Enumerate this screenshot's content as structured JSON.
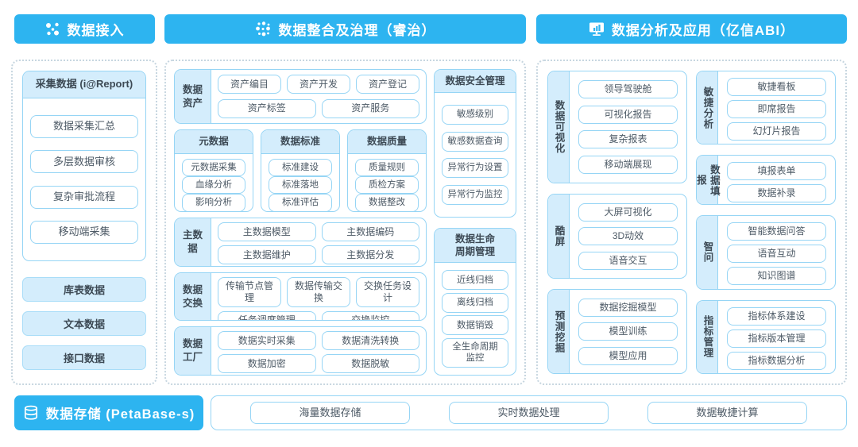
{
  "colors": {
    "accent": "#2db4f0",
    "light_fill": "#d4edfc",
    "box_border": "#96d5f5"
  },
  "headers": {
    "ingest": "数据接入",
    "governance": "数据整合及治理（睿治）",
    "analysis": "数据分析及应用（亿信ABI）"
  },
  "ingest": {
    "collect_title": "采集数据 (i@Report)",
    "collect_items": [
      "数据采集汇总",
      "多层数据审核",
      "复杂审批流程",
      "移动端采集"
    ],
    "source_items": [
      "库表数据",
      "文本数据",
      "接口数据"
    ]
  },
  "governance": {
    "asset": {
      "label": "数据资产",
      "r1": [
        "资产编目",
        "资产开发",
        "资产登记"
      ],
      "r2": [
        "资产标签",
        "资产服务"
      ]
    },
    "meta": {
      "title": "元数据",
      "items": [
        "元数据采集",
        "血缘分析",
        "影响分析"
      ]
    },
    "standard": {
      "title": "数据标准",
      "items": [
        "标准建设",
        "标准落地",
        "标准评估"
      ]
    },
    "quality": {
      "title": "数据质量",
      "items": [
        "质量规则",
        "质检方案",
        "数据整改"
      ]
    },
    "master": {
      "label": "主数据",
      "r1": [
        "主数据模型",
        "主数据编码"
      ],
      "r2": [
        "主数据维护",
        "主数据分发"
      ]
    },
    "exchange": {
      "label": "数据交换",
      "r1": [
        "传输节点管理",
        "数据传输交换",
        "交换任务设计"
      ],
      "r2": [
        "任务调度管理",
        "交换监控"
      ]
    },
    "factory": {
      "label": "数据工厂",
      "r1": [
        "数据实时采集",
        "数据清洗转换"
      ],
      "r2": [
        "数据加密",
        "数据脱敏"
      ]
    },
    "security": {
      "title": "数据安全管理",
      "items": [
        "敏感级别",
        "敏感数据查询",
        "异常行为设置",
        "异常行为监控"
      ]
    },
    "lifecycle": {
      "title": "数据生命周期管理",
      "items": [
        "近线归档",
        "离线归档",
        "数据销毁",
        "全生命周期监控"
      ]
    }
  },
  "analysis": {
    "visual": {
      "label": "数据可视化",
      "items": [
        "领导驾驶舱",
        "可视化报告",
        "复杂报表",
        "移动端展现"
      ]
    },
    "coolscreen": {
      "label": "酷屏",
      "items": [
        "大屏可视化",
        "3D动效",
        "语音交互"
      ]
    },
    "mining": {
      "label": "预测挖掘",
      "items": [
        "数据挖掘模型",
        "模型训练",
        "模型应用"
      ]
    },
    "agile": {
      "label": "敏捷分析",
      "items": [
        "敏捷看板",
        "即席报告",
        "幻灯片报告"
      ]
    },
    "entry": {
      "label": "数据填报",
      "items": [
        "填报表单",
        "数据补录"
      ]
    },
    "qa": {
      "label": "智问",
      "items": [
        "智能数据问答",
        "语音互动",
        "知识图谱"
      ]
    },
    "indicator": {
      "label": "指标管理",
      "items": [
        "指标体系建设",
        "指标版本管理",
        "指标数据分析"
      ]
    }
  },
  "storage": {
    "label": "数据存储 (PetaBase-s)",
    "items": [
      "海量数据存储",
      "实时数据处理",
      "数据敏捷计算"
    ]
  }
}
